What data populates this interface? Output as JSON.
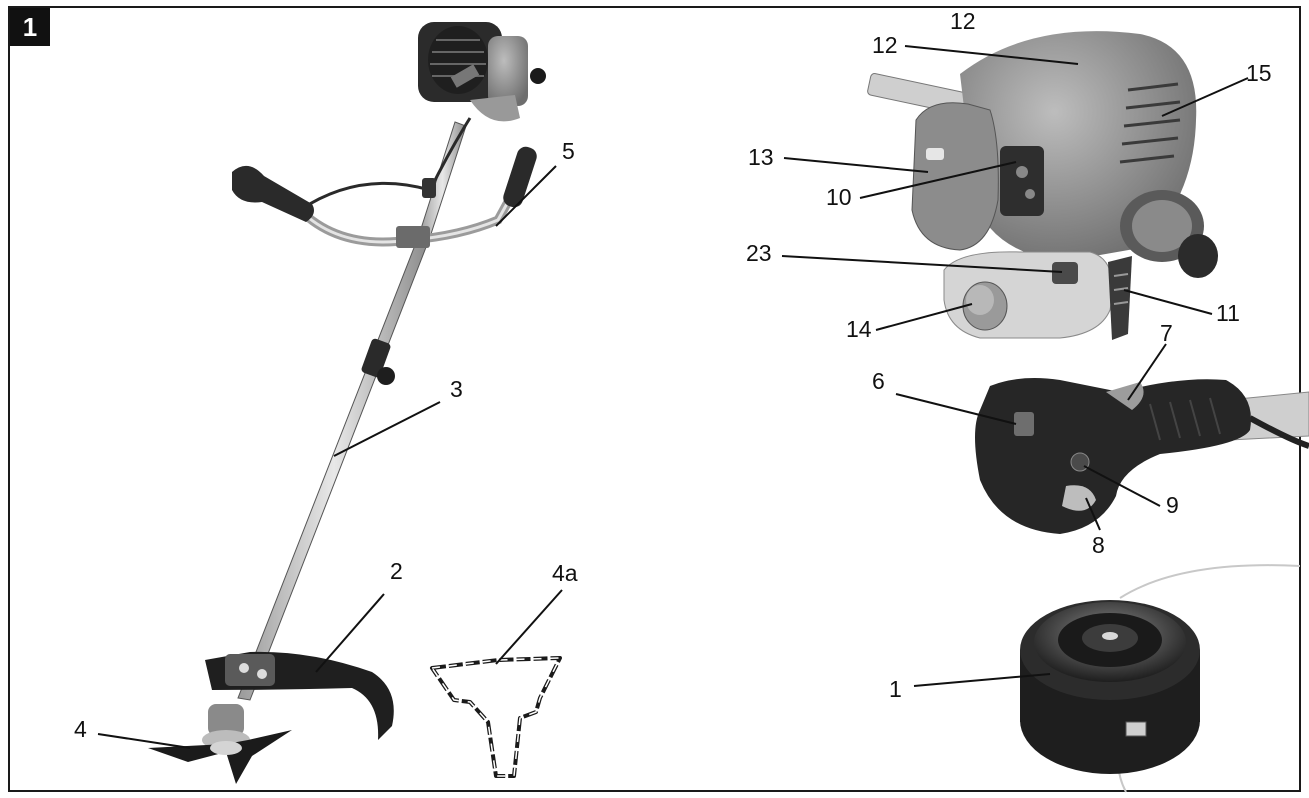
{
  "figure": {
    "number": "1"
  },
  "callouts": {
    "n1": "1",
    "n2": "2",
    "n3": "3",
    "n4": "4",
    "n4a": "4a",
    "n5": "5",
    "n6": "6",
    "n7": "7",
    "n8": "8",
    "n9": "9",
    "n10": "10",
    "n11": "11",
    "n12": "12",
    "n12b": "12",
    "n13": "13",
    "n14": "14",
    "n15": "15",
    "n23": "23"
  }
}
